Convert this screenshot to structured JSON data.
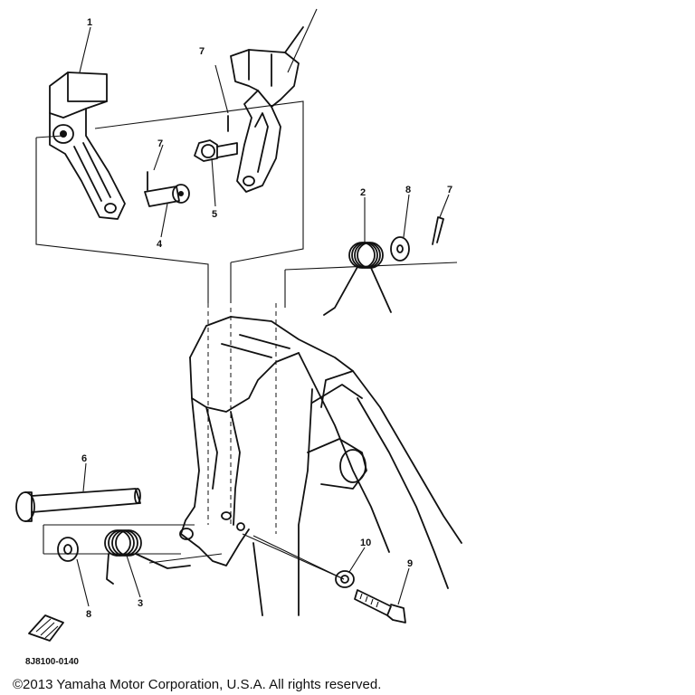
{
  "diagram": {
    "callouts": [
      "1",
      "2",
      "3",
      "4",
      "5",
      "6",
      "7",
      "8",
      "9",
      "10"
    ],
    "drawing_code": "8J8100-0140"
  },
  "footer": {
    "copyright": "©2013 Yamaha Motor Corporation, U.S.A. All rights reserved."
  }
}
